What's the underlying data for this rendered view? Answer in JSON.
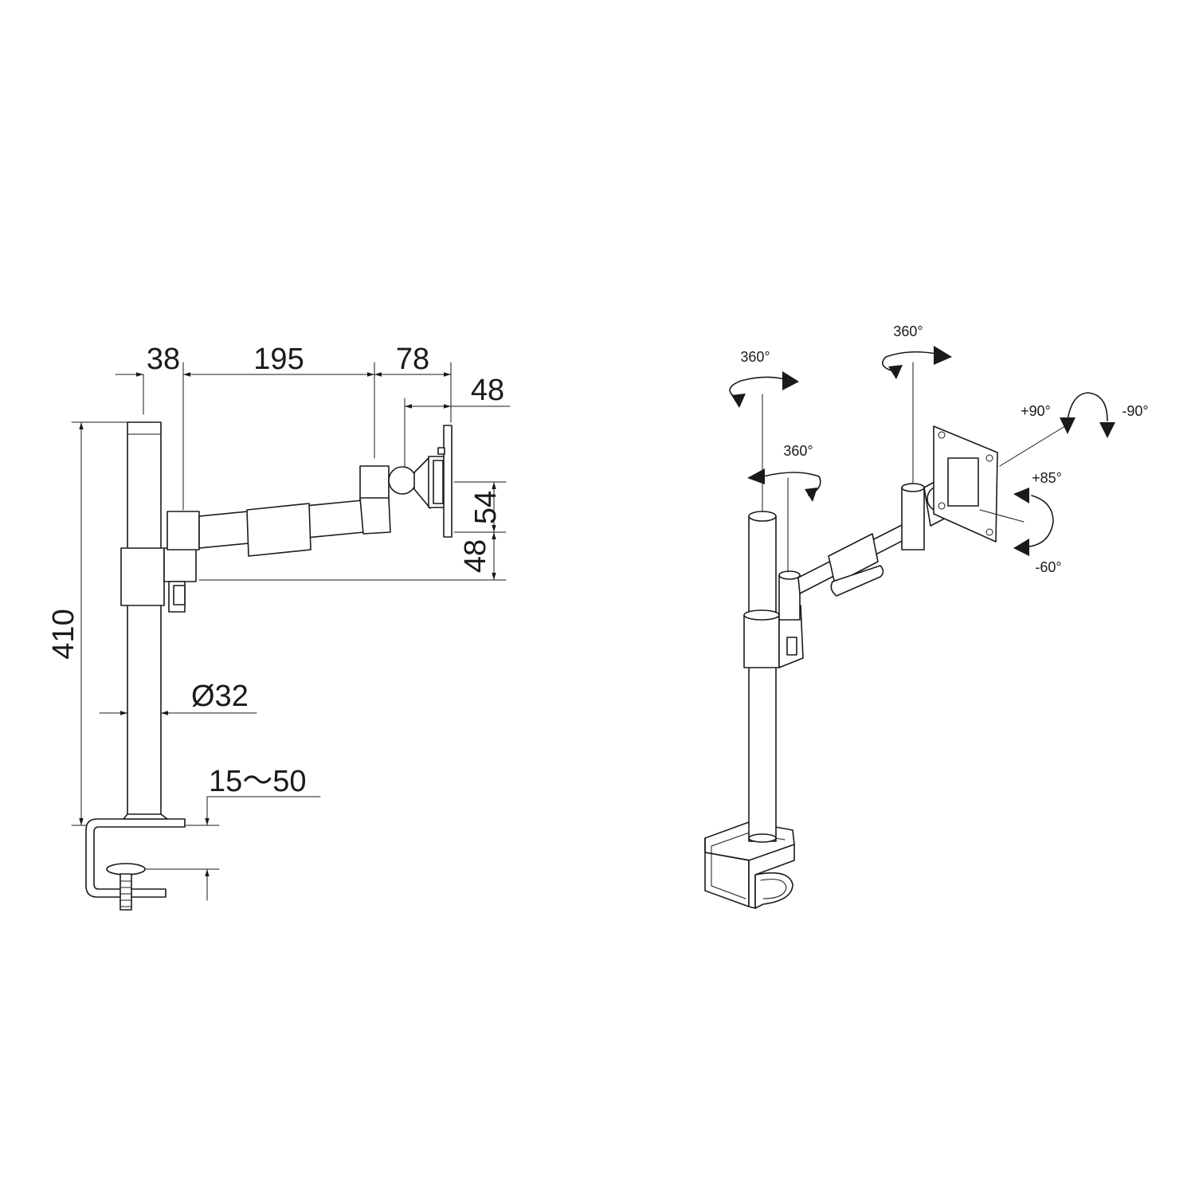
{
  "side_view": {
    "dims": {
      "d38": "38",
      "d195": "195",
      "d78": "78",
      "d48_top": "48",
      "d54": "54",
      "d48_side": "48",
      "d410": "410",
      "d32": "Ø32",
      "d15_50": "15～50"
    }
  },
  "perspective_view": {
    "angles": {
      "pole_top": "360°",
      "pole_joint": "360°",
      "elbow": "360°",
      "tilt_plus": "+90°",
      "tilt_minus": "-90°",
      "swivel_plus": "+85°",
      "swivel_minus": "-60°"
    }
  }
}
